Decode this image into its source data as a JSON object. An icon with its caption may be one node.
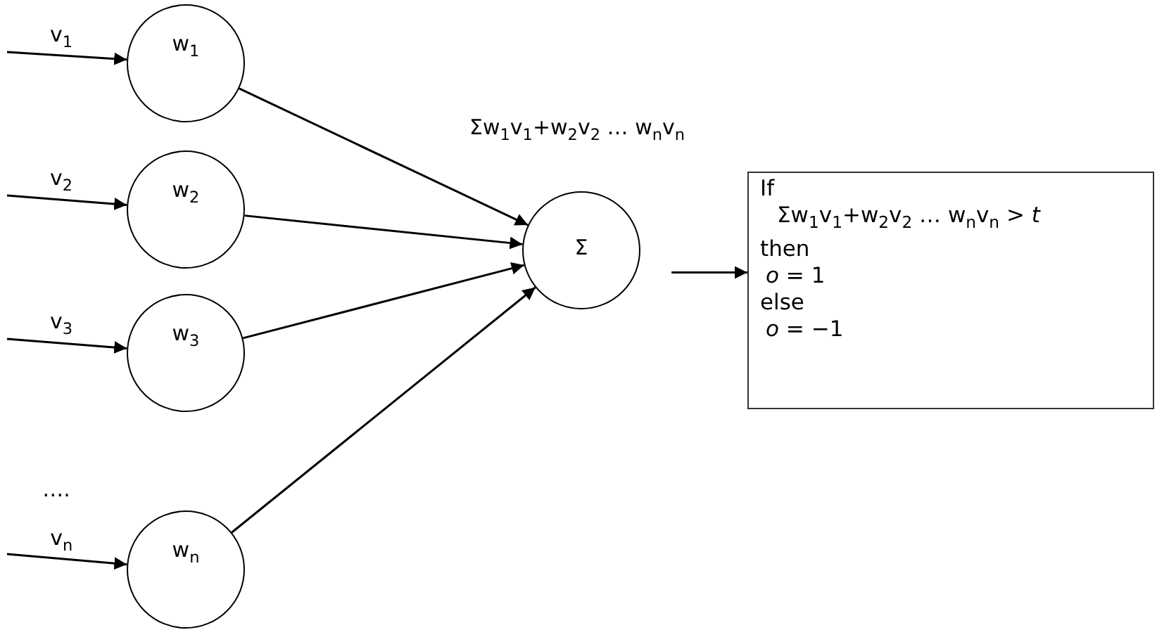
{
  "diagram": {
    "nodes": [
      {
        "text": [
          "w$_{1}$"
        ]
      },
      {
        "text": [
          "w$_{2}$"
        ]
      },
      {
        "text": [
          "w$_{3}$"
        ]
      },
      {
        "text": [
          "w$_{n}$"
        ]
      },
      {
        "text": [
          "Σ"
        ]
      },
      {
        "text": [
          "If",
          "Σw$_{1}$v$_{1}$+w$_{2}$v$_{2}$ … w$_{n}$v$_{n}$ > *t*",
          "then",
          "*o* = 1",
          "else",
          "*o* = −1"
        ]
      }
    ],
    "edges": [
      {
        "from": null,
        "to": 0,
        "arrow": "to",
        "label": "v$_{1}$"
      },
      {
        "from": null,
        "to": 1,
        "arrow": "to",
        "label": "v$_{2}$"
      },
      {
        "from": null,
        "to": 2,
        "arrow": "to",
        "label": "v$_{3}$"
      },
      {
        "from": null,
        "to": 3,
        "arrow": "to",
        "label": "v$_{n}$"
      },
      {
        "from": 0,
        "to": 4,
        "arrow": "to"
      },
      {
        "from": 1,
        "to": 4,
        "arrow": "to"
      },
      {
        "from": 2,
        "to": 4,
        "arrow": "to"
      },
      {
        "from": 3,
        "to": 4,
        "arrow": "to"
      },
      {
        "from": 4,
        "to": 5,
        "arrow": "to"
      }
    ],
    "labels": [
      "Σw$_{1}$v$_{1}$+w$_{2}$v$_{2}$ … w$_{n}$v$_{n}$",
      "…."
    ]
  }
}
